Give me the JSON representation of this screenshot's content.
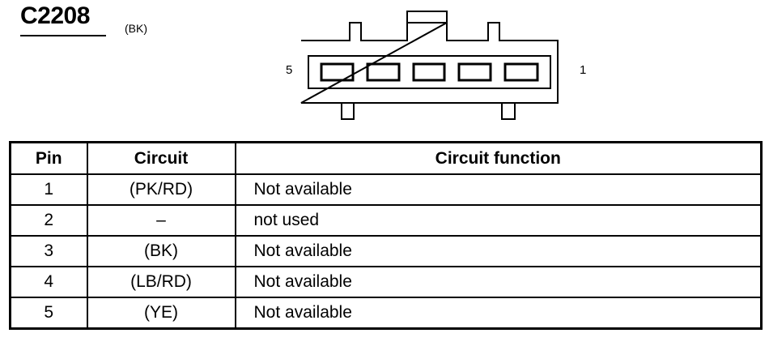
{
  "connector": {
    "id": "C2208",
    "color": "(BK)",
    "pin_left_label": "5",
    "pin_right_label": "1",
    "pin_count": 5
  },
  "table": {
    "headers": [
      "Pin",
      "Circuit",
      "Circuit function"
    ],
    "rows": [
      {
        "pin": "1",
        "circuit": "(PK/RD)",
        "function": "Not available"
      },
      {
        "pin": "2",
        "circuit": "–",
        "function": "not used"
      },
      {
        "pin": "3",
        "circuit": "(BK)",
        "function": "Not available"
      },
      {
        "pin": "4",
        "circuit": "(LB/RD)",
        "function": "Not available"
      },
      {
        "pin": "5",
        "circuit": "(YE)",
        "function": "Not available"
      }
    ]
  }
}
